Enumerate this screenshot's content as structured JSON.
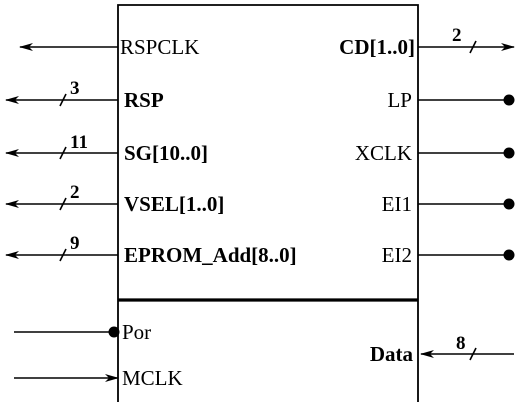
{
  "block": {
    "upper_left_pins": [
      {
        "label": "RSPCLK",
        "width": "",
        "bold": false
      },
      {
        "label": "RSP",
        "width": "3",
        "bold": true
      },
      {
        "label": "SG[10..0]",
        "width": "11",
        "bold": true
      },
      {
        "label": "VSEL[1..0]",
        "width": "2",
        "bold": true
      },
      {
        "label": "EPROM_Add[8..0]",
        "width": "9",
        "bold": true
      }
    ],
    "upper_right_pins": [
      {
        "label": "CD[1..0]",
        "width": "2",
        "bold": true
      },
      {
        "label": "LP",
        "width": "",
        "bold": false
      },
      {
        "label": "XCLK",
        "width": "",
        "bold": false
      },
      {
        "label": "EI1",
        "width": "",
        "bold": false
      },
      {
        "label": "EI2",
        "width": "",
        "bold": false
      }
    ],
    "lower_left_pins": [
      {
        "label": "Por",
        "width": "",
        "bold": false
      },
      {
        "label": "MCLK",
        "width": "",
        "bold": false
      }
    ],
    "lower_right_pins": [
      {
        "label": "Data",
        "width": "8",
        "bold": true
      }
    ]
  }
}
